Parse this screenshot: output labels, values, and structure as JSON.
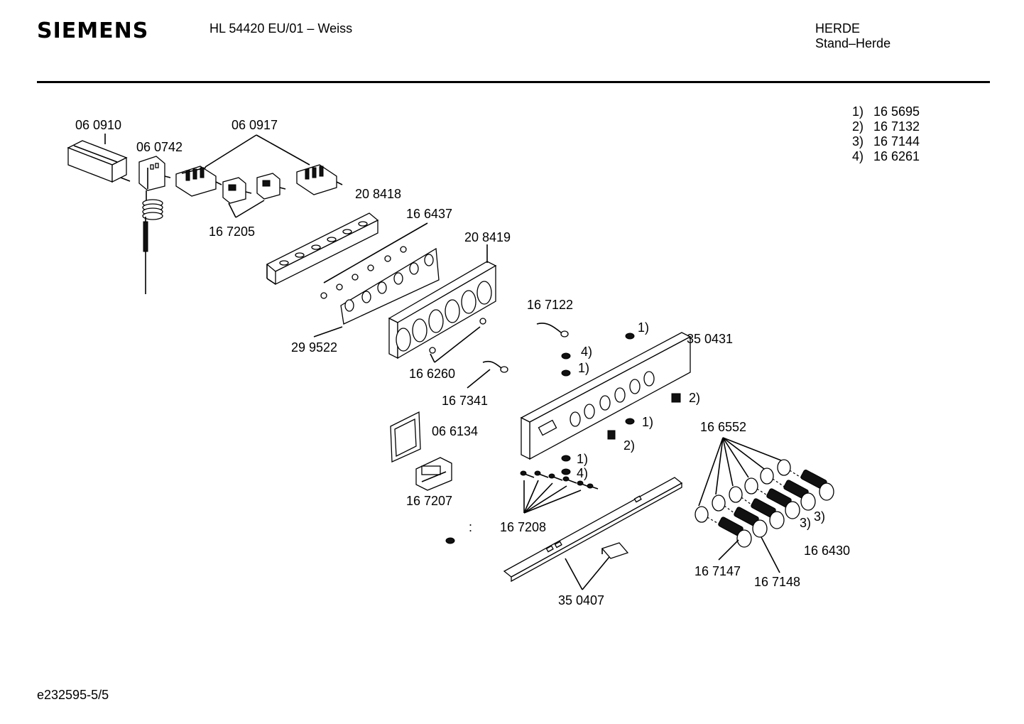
{
  "header": {
    "brand": "SIEMENS",
    "model": "HL 54420 EU/01 – Weiss",
    "category": "HERDE",
    "subcategory": "Stand–Herde"
  },
  "legend": [
    {
      "key": "1)",
      "value": "16 5695"
    },
    {
      "key": "2)",
      "value": "16 7132"
    },
    {
      "key": "3)",
      "value": "16 7144"
    },
    {
      "key": "4)",
      "value": "16 6261"
    }
  ],
  "parts": {
    "p060910": "06 0910",
    "p060742": "06 0742",
    "p060917": "06 0917",
    "p167205": "16 7205",
    "p208418": "20 8418",
    "p166437": "16 6437",
    "p208419": "20 8419",
    "p299522": "29 9522",
    "p166260": "16 6260",
    "p167122": "16 7122",
    "p167341": "16 7341",
    "p350431": "35 0431",
    "p066134": "06 6134",
    "p167207": "16 7207",
    "p167208": "16 7208",
    "p166552": "16 6552",
    "p166430": "16 6430",
    "p167147": "16 7147",
    "p167148": "16 7148",
    "p350407": "35 0407"
  },
  "callouts": {
    "c1": "1)",
    "c2": "2)",
    "c3": "3)",
    "c4": "4)",
    "colon": ":"
  },
  "footer": {
    "doc_id": "e232595-5/5"
  }
}
